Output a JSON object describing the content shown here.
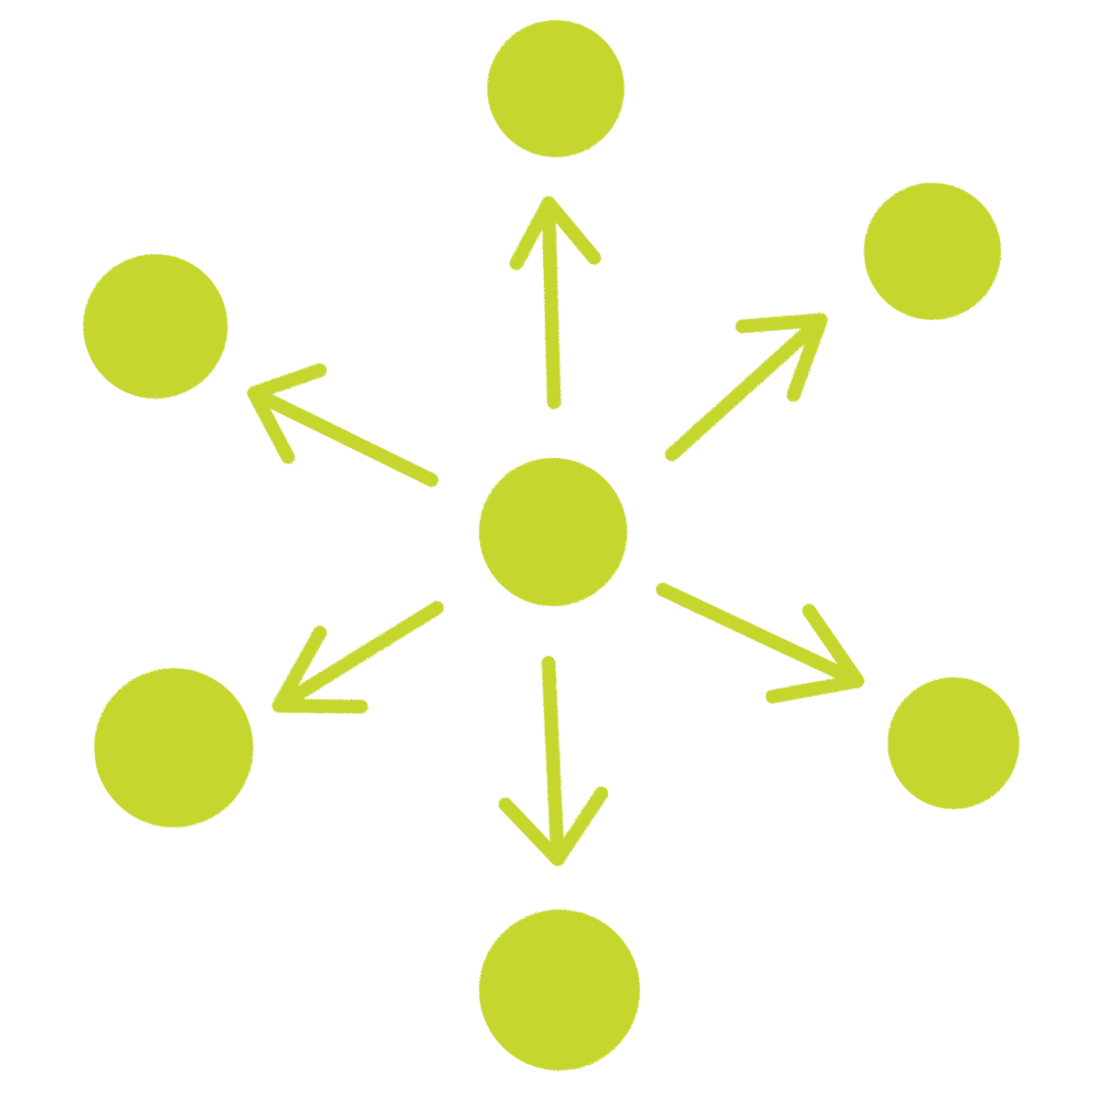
{
  "diagram": {
    "style": "hand-drawn crayon hub-and-spoke",
    "colors": {
      "node": "#c5d62e",
      "arrow": "#c5d62e",
      "background": "#ffffff"
    },
    "nodes": [
      {
        "id": "center"
      },
      {
        "id": "top"
      },
      {
        "id": "top-right"
      },
      {
        "id": "bottom-right"
      },
      {
        "id": "bottom"
      },
      {
        "id": "bottom-left"
      },
      {
        "id": "top-left"
      }
    ],
    "edges": [
      {
        "from": "center",
        "to": "top",
        "directed": true
      },
      {
        "from": "center",
        "to": "top-right",
        "directed": true
      },
      {
        "from": "center",
        "to": "bottom-right",
        "directed": true
      },
      {
        "from": "center",
        "to": "bottom",
        "directed": true
      },
      {
        "from": "center",
        "to": "bottom-left",
        "directed": true
      },
      {
        "from": "center",
        "to": "top-left",
        "directed": true
      }
    ]
  }
}
